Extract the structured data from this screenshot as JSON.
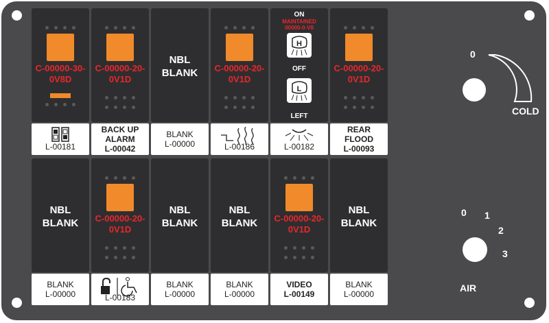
{
  "top_row": [
    {
      "code": "C-00000-30-0V8D",
      "code_l1": "C-00000-30-",
      "code_l2": "0V8D",
      "label_text": "L-00181",
      "label_icon": "dual-rocker-icon"
    },
    {
      "code": "C-00000-20-0V1D",
      "code_l1": "C-00000-20-",
      "code_l2": "0V1D",
      "label_l1": "BACK UP",
      "label_l2": "ALARM",
      "label_l3": "L-00042"
    },
    {
      "blank_l1": "NBL",
      "blank_l2": "BLANK",
      "label_l1": "BLANK",
      "label_l2": "L-00000"
    },
    {
      "code": "C-00000-20-0V1D",
      "code_l1": "C-00000-20-",
      "code_l2": "0V1D",
      "label_text": "L-00186",
      "label_icon": "heat-waves-icon"
    },
    {
      "pos_on": "ON",
      "maintained": "MAINTAINED",
      "maintained_code": "00000-0-V8",
      "pos_off": "OFF",
      "pos_left": "LEFT",
      "icon_h": "H",
      "icon_l": "L",
      "label_text": "L-00182",
      "label_icon": "light-beam-icon"
    },
    {
      "code": "C-00000-20-0V1D",
      "code_l1": "C-00000-20-",
      "code_l2": "0V1D",
      "label_l1": "REAR",
      "label_l2": "FLOOD",
      "label_l3": "L-00093"
    }
  ],
  "bottom_row": [
    {
      "blank_l1": "NBL",
      "blank_l2": "BLANK",
      "label_l1": "BLANK",
      "label_l2": "L-00000"
    },
    {
      "code": "C-00000-20-0V1D",
      "code_l1": "C-00000-20-",
      "code_l2": "0V1D",
      "label_text": "L-00183",
      "label_icon": "lock-wheelchair-icon"
    },
    {
      "blank_l1": "NBL",
      "blank_l2": "BLANK",
      "label_l1": "BLANK",
      "label_l2": "L-00000"
    },
    {
      "blank_l1": "NBL",
      "blank_l2": "BLANK",
      "label_l1": "BLANK",
      "label_l2": "L-00000"
    },
    {
      "code": "C-00000-20-0V1D",
      "code_l1": "C-00000-20-",
      "code_l2": "0V1D",
      "label_l1": "VIDEO",
      "label_l2": "L-00149"
    },
    {
      "blank_l1": "NBL",
      "blank_l2": "BLANK",
      "label_l1": "BLANK",
      "label_l2": "L-00000"
    }
  ],
  "temp_knob": {
    "zero": "0",
    "label": "COLD"
  },
  "air_knob": {
    "p0": "0",
    "p1": "1",
    "p2": "2",
    "p3": "3",
    "label": "AIR"
  },
  "colors": {
    "panel": "#4a4a4c",
    "switch": "#2e2e30",
    "lamp": "#f08a2a",
    "code": "#e8272b"
  }
}
